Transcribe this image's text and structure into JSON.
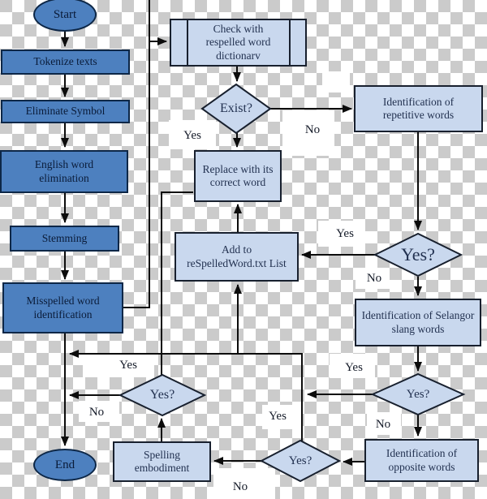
{
  "colors": {
    "dark_node_fill": "#4d80bf",
    "dark_node_border": "#0d2747",
    "light_node_fill": "#c9d8ee",
    "node_border": "#18202e",
    "connector": "#0c0c0c",
    "checker_gray": "#cbcbcb",
    "checker_white": "#ffffff",
    "label_text": "#223150"
  },
  "nodes": {
    "start": {
      "label": "Start"
    },
    "tokenize": {
      "label": "Tokenize texts"
    },
    "eliminate": {
      "label": "Eliminate Symbol"
    },
    "english": {
      "label": "English word elimination"
    },
    "stemming": {
      "label": "Stemming"
    },
    "misspelled": {
      "label": "Misspelled word identification"
    },
    "check": {
      "label": "Check with respelled word dictionarv"
    },
    "exist": {
      "label": "Exist?"
    },
    "repetitive": {
      "label": "Identification of repetitive words"
    },
    "replace": {
      "label": "Replace with its correct word"
    },
    "addlist": {
      "label": "Add to reSpelledWord.txt List"
    },
    "yes1": {
      "label": "Yes?"
    },
    "selangor": {
      "label": "Identification of Selangor slang words"
    },
    "yes2": {
      "label": "Yes?"
    },
    "opposite": {
      "label": "Identification of opposite words"
    },
    "yes3": {
      "label": "Yes?"
    },
    "spelling": {
      "label": "Spelling embodiment"
    },
    "yes4": {
      "label": "Yes?"
    },
    "end": {
      "label": "End"
    }
  },
  "edge_labels": {
    "exist_yes": "Yes",
    "exist_no": "No",
    "yes1_yes": "Yes",
    "yes1_no": "No",
    "yes2_yes": "Yes",
    "yes2_no": "No",
    "yes3_yes": "Yes",
    "yes3_no": "No",
    "yes4_yes": "Yes",
    "yes4_no": "No"
  }
}
